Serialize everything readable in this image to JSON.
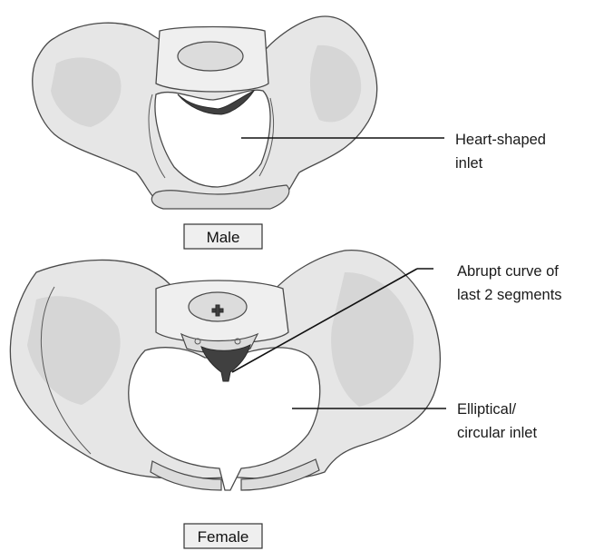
{
  "labels": {
    "heart_line1": "Heart-shaped",
    "heart_line2": "inlet",
    "abrupt_line1": "Abrupt curve of",
    "abrupt_line2": "last 2 segments",
    "elliptical_line1": "Elliptical/",
    "elliptical_line2": "circular inlet",
    "male": "Male",
    "female": "Female"
  }
}
